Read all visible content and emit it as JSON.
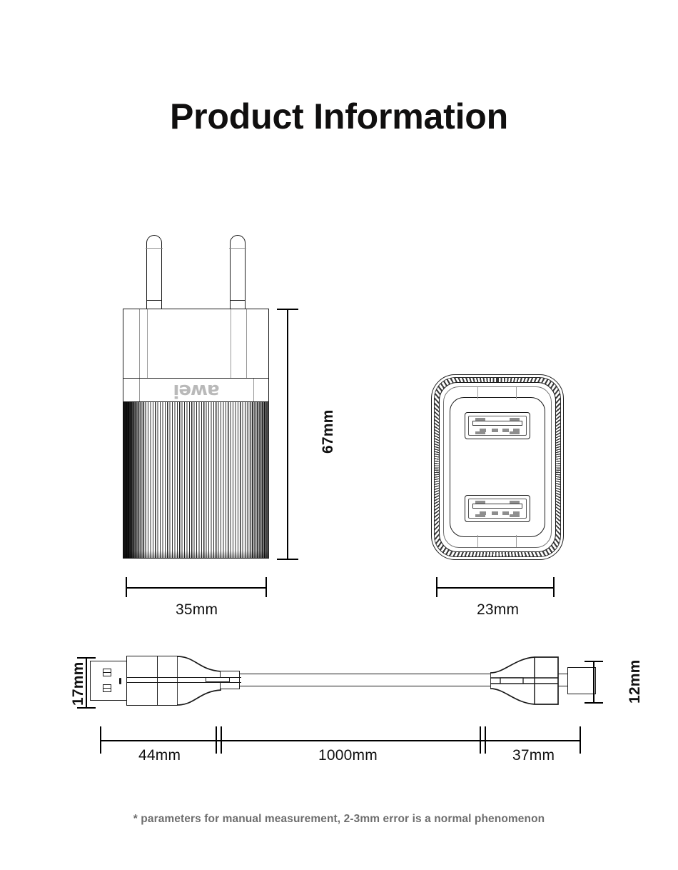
{
  "page": {
    "title": "Product Information",
    "footnote": "* parameters for manual measurement, 2-3mm error is a normal phenomenon",
    "background_color": "#ffffff",
    "line_color": "#1b1b1b",
    "footnote_color": "#6e6e6e"
  },
  "charger": {
    "brand_logo_text": "awei",
    "brand_logo_color": "#b9b9b9",
    "front_view": {
      "name": "wall-charger-front-view",
      "height_label": "67mm",
      "width_label": "35mm"
    },
    "side_view": {
      "name": "wall-charger-usb-face-view",
      "width_label": "23mm",
      "usb_port_count": 2,
      "usb_port_type": "USB-A"
    }
  },
  "cable": {
    "name": "usb-charging-cable",
    "usb_a_end_height_label": "17mm",
    "device_end_height_label": "12mm",
    "segments": [
      {
        "label": "44mm",
        "part": "usb-a-connector"
      },
      {
        "label": "1000mm",
        "part": "cable-length"
      },
      {
        "label": "37mm",
        "part": "device-connector"
      }
    ]
  },
  "dimensions": {
    "charger_height": "67mm",
    "charger_width": "35mm",
    "charger_depth": "23mm",
    "usb_a_plug_height": "17mm",
    "device_plug_height": "12mm",
    "usb_a_plug_length": "44mm",
    "cable_length": "1000mm",
    "device_plug_length": "37mm"
  }
}
